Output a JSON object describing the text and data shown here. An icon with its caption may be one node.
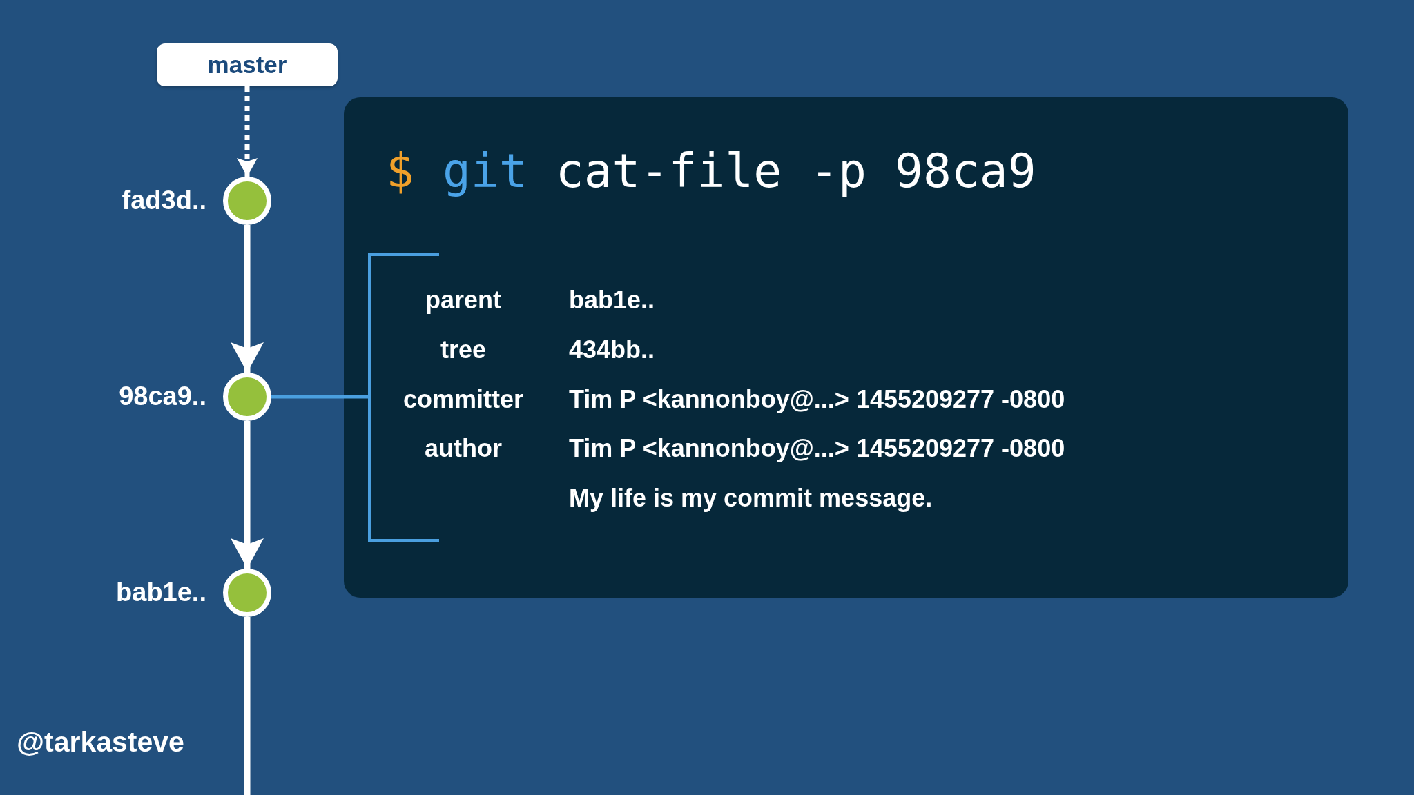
{
  "diagram": {
    "nodes": [
      {
        "text": [
          "master"
        ]
      },
      {
        "text": [],
        "shape": "circle",
        "beside": [
          "fad3d.."
        ]
      },
      {
        "text": [],
        "shape": "circle",
        "beside": [
          "98ca9.."
        ]
      },
      {
        "text": [],
        "shape": "circle",
        "beside": [
          "bab1e.."
        ]
      },
      {
        "text": [
          "$ git cat-file -p 98ca9"
        ]
      },
      {
        "text": [
          "parent",
          "bab1e..",
          "tree",
          "434bb..",
          "committer",
          "Tim P <kannonboy@...> 1455209277 -0800",
          "author",
          "Tim P <kannonboy@...> 1455209277 -0800",
          "My life is my commit message."
        ],
        "in": 4
      }
    ],
    "edges": [
      {
        "from": 0,
        "to": 1,
        "arrow": "to",
        "style": "dashed"
      },
      {
        "from": 1,
        "to": 2,
        "arrow": "to"
      },
      {
        "from": 2,
        "to": 3,
        "arrow": "to"
      },
      {
        "from": 3,
        "to": null,
        "arrow": "none"
      },
      {
        "from": 2,
        "to": 5,
        "arrow": "none",
        "color": "#4a9fdf"
      }
    ],
    "labels": [
      "@tarkasteve"
    ]
  }
}
